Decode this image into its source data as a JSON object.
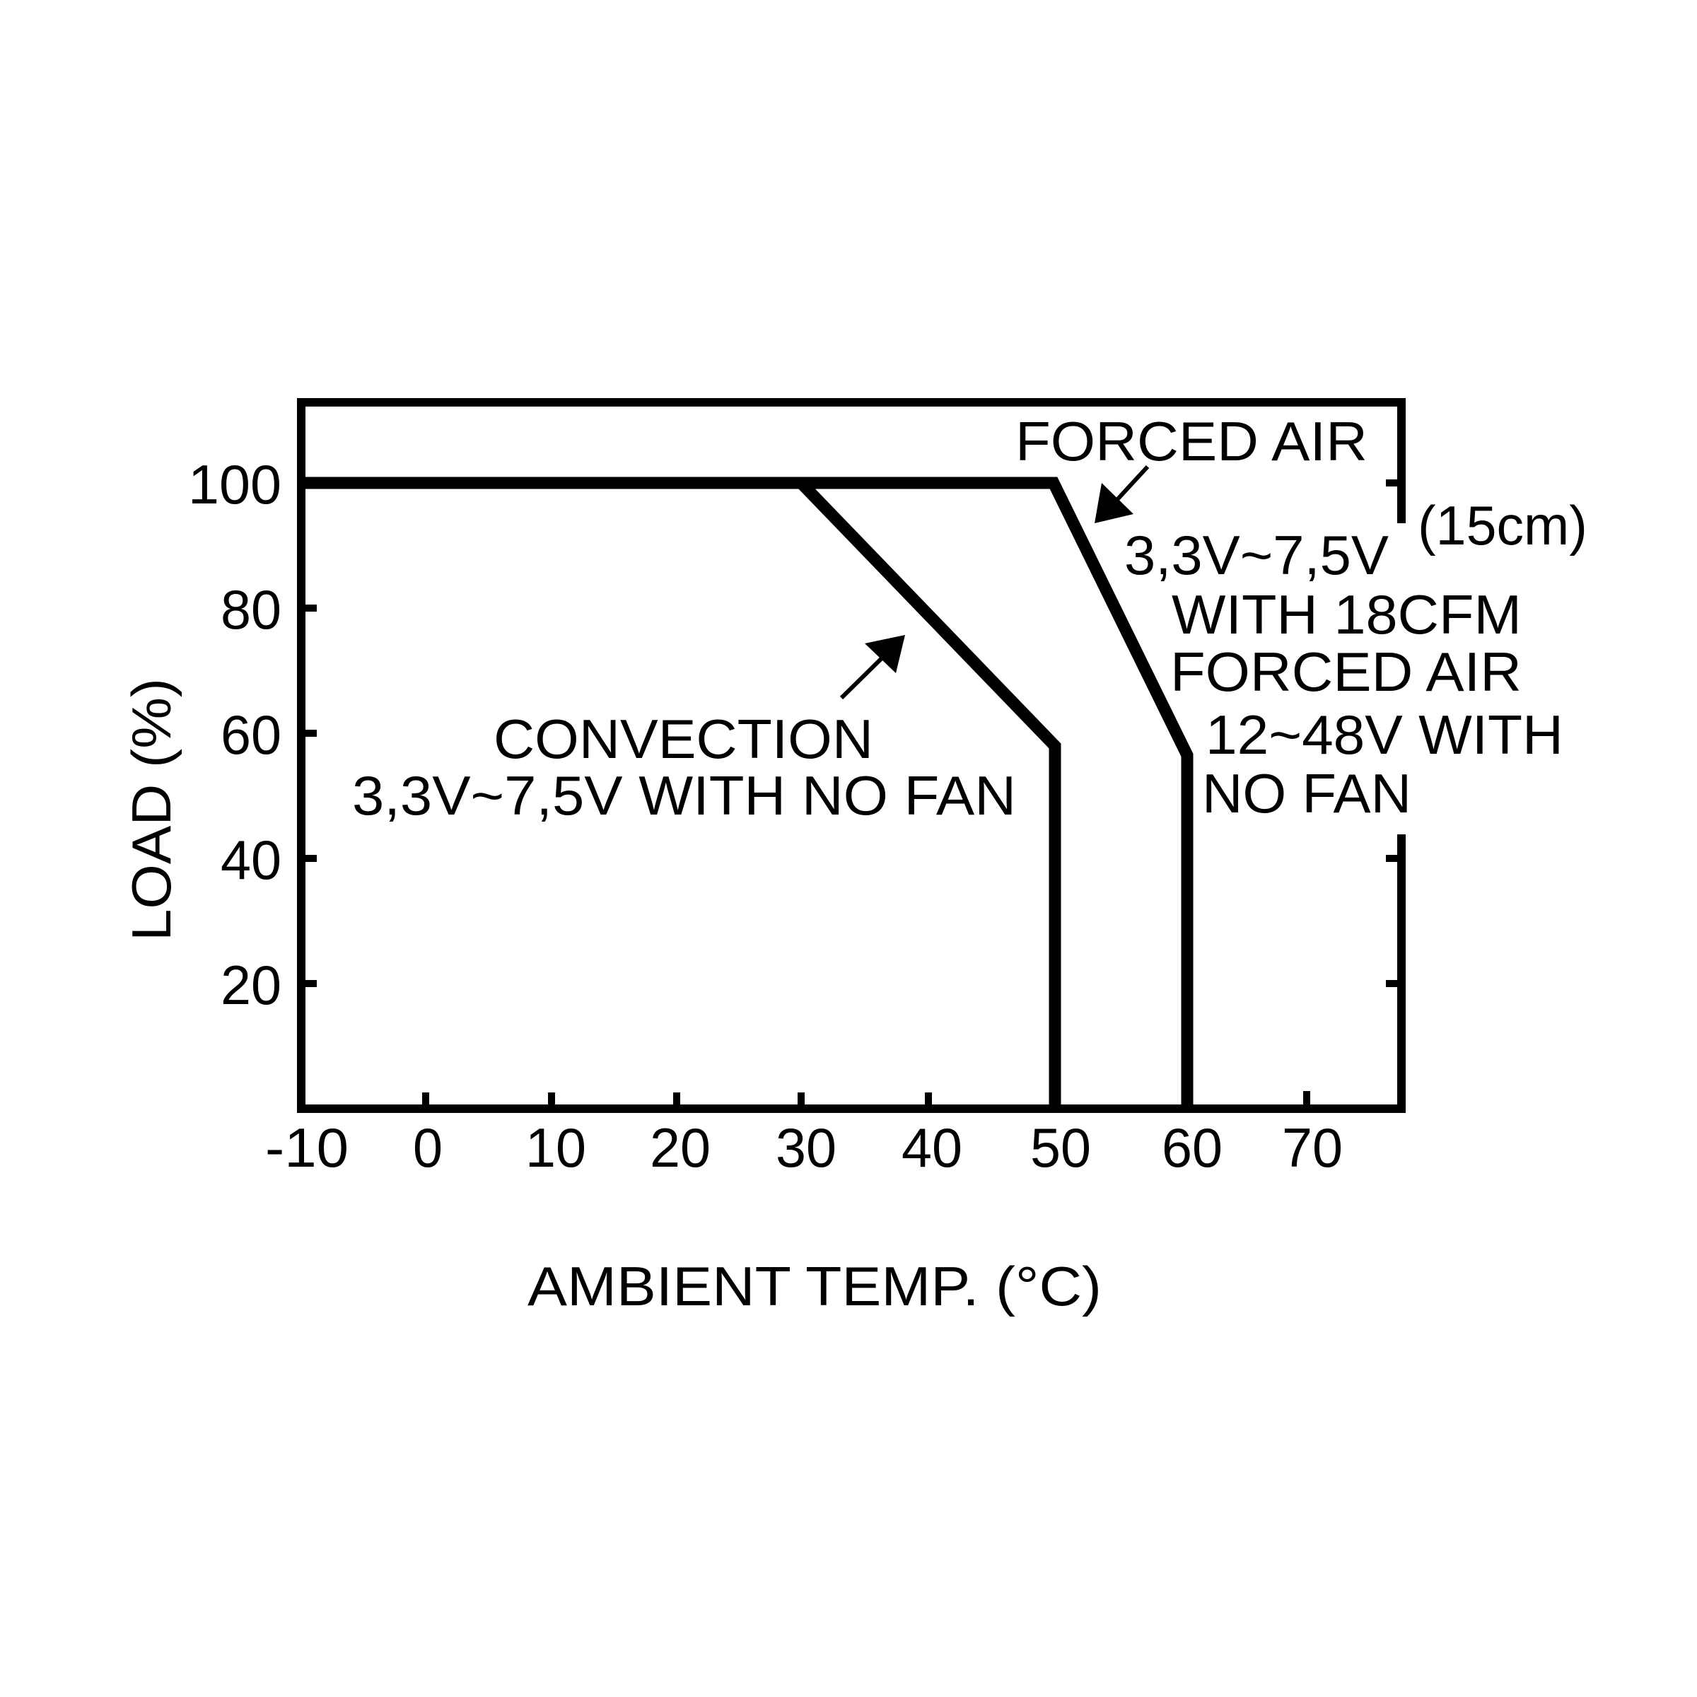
{
  "chart_data": {
    "type": "line",
    "title": "",
    "xlabel": "AMBIENT TEMP. (°C)",
    "ylabel": "LOAD (%)",
    "xlim": [
      -10,
      78
    ],
    "ylim": [
      0,
      113
    ],
    "grid": false,
    "x_ticks": [
      "-10",
      "0",
      "10",
      "20",
      "30",
      "40",
      "50",
      "60",
      "70"
    ],
    "y_ticks": [
      "20",
      "40",
      "60",
      "80",
      "100"
    ],
    "series": [
      {
        "name": "CONVECTION 3,3V~7,5V WITH NO FAN",
        "x": [
          -10,
          30,
          50,
          50
        ],
        "y": [
          100,
          100,
          58,
          0
        ]
      },
      {
        "name": "FORCED AIR (15cm) 3,3V~7,5V WITH 18CFM FORCED AIR / 12~48V WITH NO FAN",
        "x": [
          -10,
          50,
          60,
          60
        ],
        "y": [
          100,
          100,
          57,
          0
        ]
      }
    ],
    "annotations": [
      "FORCED AIR",
      "(15cm)",
      "3,3V~7,5V",
      "WITH 18CFM",
      "FORCED AIR",
      "12~48V WITH",
      "NO FAN",
      "CONVECTION",
      "3,3V~7,5V WITH NO FAN"
    ]
  },
  "axes": {
    "xlabel": "AMBIENT TEMP. (°C)",
    "ylabel": "LOAD (%)",
    "x_ticks": [
      "-10",
      "0",
      "10",
      "20",
      "30",
      "40",
      "50",
      "60",
      "70"
    ],
    "y_ticks": [
      "20",
      "40",
      "60",
      "80",
      "100"
    ]
  },
  "annotations": {
    "forced_title": "FORCED AIR",
    "forced_distance": "(15cm)",
    "forced_line1": "3,3V~7,5V",
    "forced_line2": "WITH 18CFM",
    "forced_line3": "FORCED AIR",
    "forced_line4": "12~48V WITH",
    "forced_line5": "NO FAN",
    "convection_line1": "CONVECTION",
    "convection_line2": "3,3V~7,5V WITH NO FAN"
  }
}
